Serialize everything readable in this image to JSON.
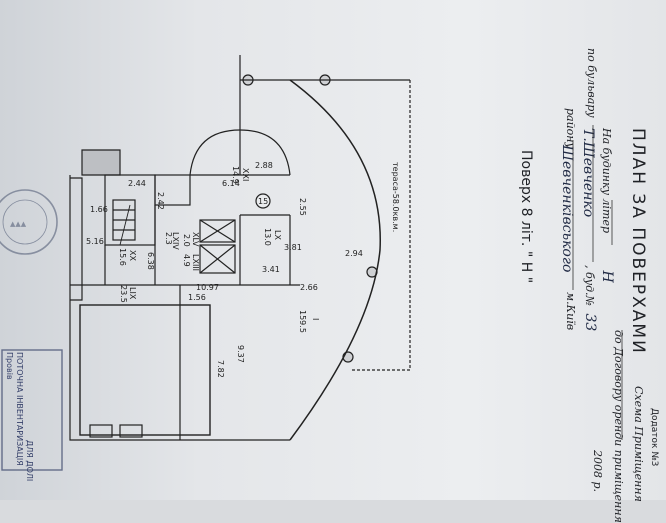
{
  "header": {
    "appendix": "Додаток №3",
    "scheme": "Схема Приміщення",
    "contract": "до Договору оренди приміщення",
    "contract_date": "2008 р."
  },
  "title": {
    "main": "ПЛАН ЗА ПОВЕРХАМИ",
    "building_letter_label": "На будинку літер",
    "building_letter_value": "Н",
    "boulevard_label": "по бульвару",
    "boulevard_value": "Т.Шевченко",
    "house_label": ", буд.№",
    "house_value": "33",
    "district_label": "району",
    "district_value": "Шевченківського",
    "city": "м.Київ",
    "floor_line": "Поверх 8 літ. \" Н \""
  },
  "stamps": {
    "stamp_text_1": "ПОТОЧНА ІНВЕНТАРИЗАЦІЯ",
    "stamp_text_2": "ДЛЯ ДОЛІ",
    "stamp_text_3": "Провів"
  },
  "plan": {
    "terrace_label": "тераса-58.0кв.м.",
    "marker": "15",
    "rooms": [
      {
        "id": "I",
        "area": "159.5"
      },
      {
        "id": "LX",
        "area": "13.0"
      },
      {
        "id": "XXI",
        "area": "14.9"
      },
      {
        "id": "XX",
        "area": "15.6"
      },
      {
        "id": "LIX",
        "area": "23.5"
      },
      {
        "id": "XLV",
        "area": "2.0"
      },
      {
        "id": "LXIII",
        "area": "4.9"
      },
      {
        "id": "LXIV",
        "area": "2.3"
      }
    ],
    "dimensions": [
      "2.88",
      "6.14",
      "2.44",
      "2.42",
      "2.55",
      "1.66",
      "5.16",
      "6.38",
      "3.81",
      "2.94",
      "3.41",
      "2.66",
      "10.97",
      "1.56",
      "9.37",
      "7.82"
    ]
  }
}
